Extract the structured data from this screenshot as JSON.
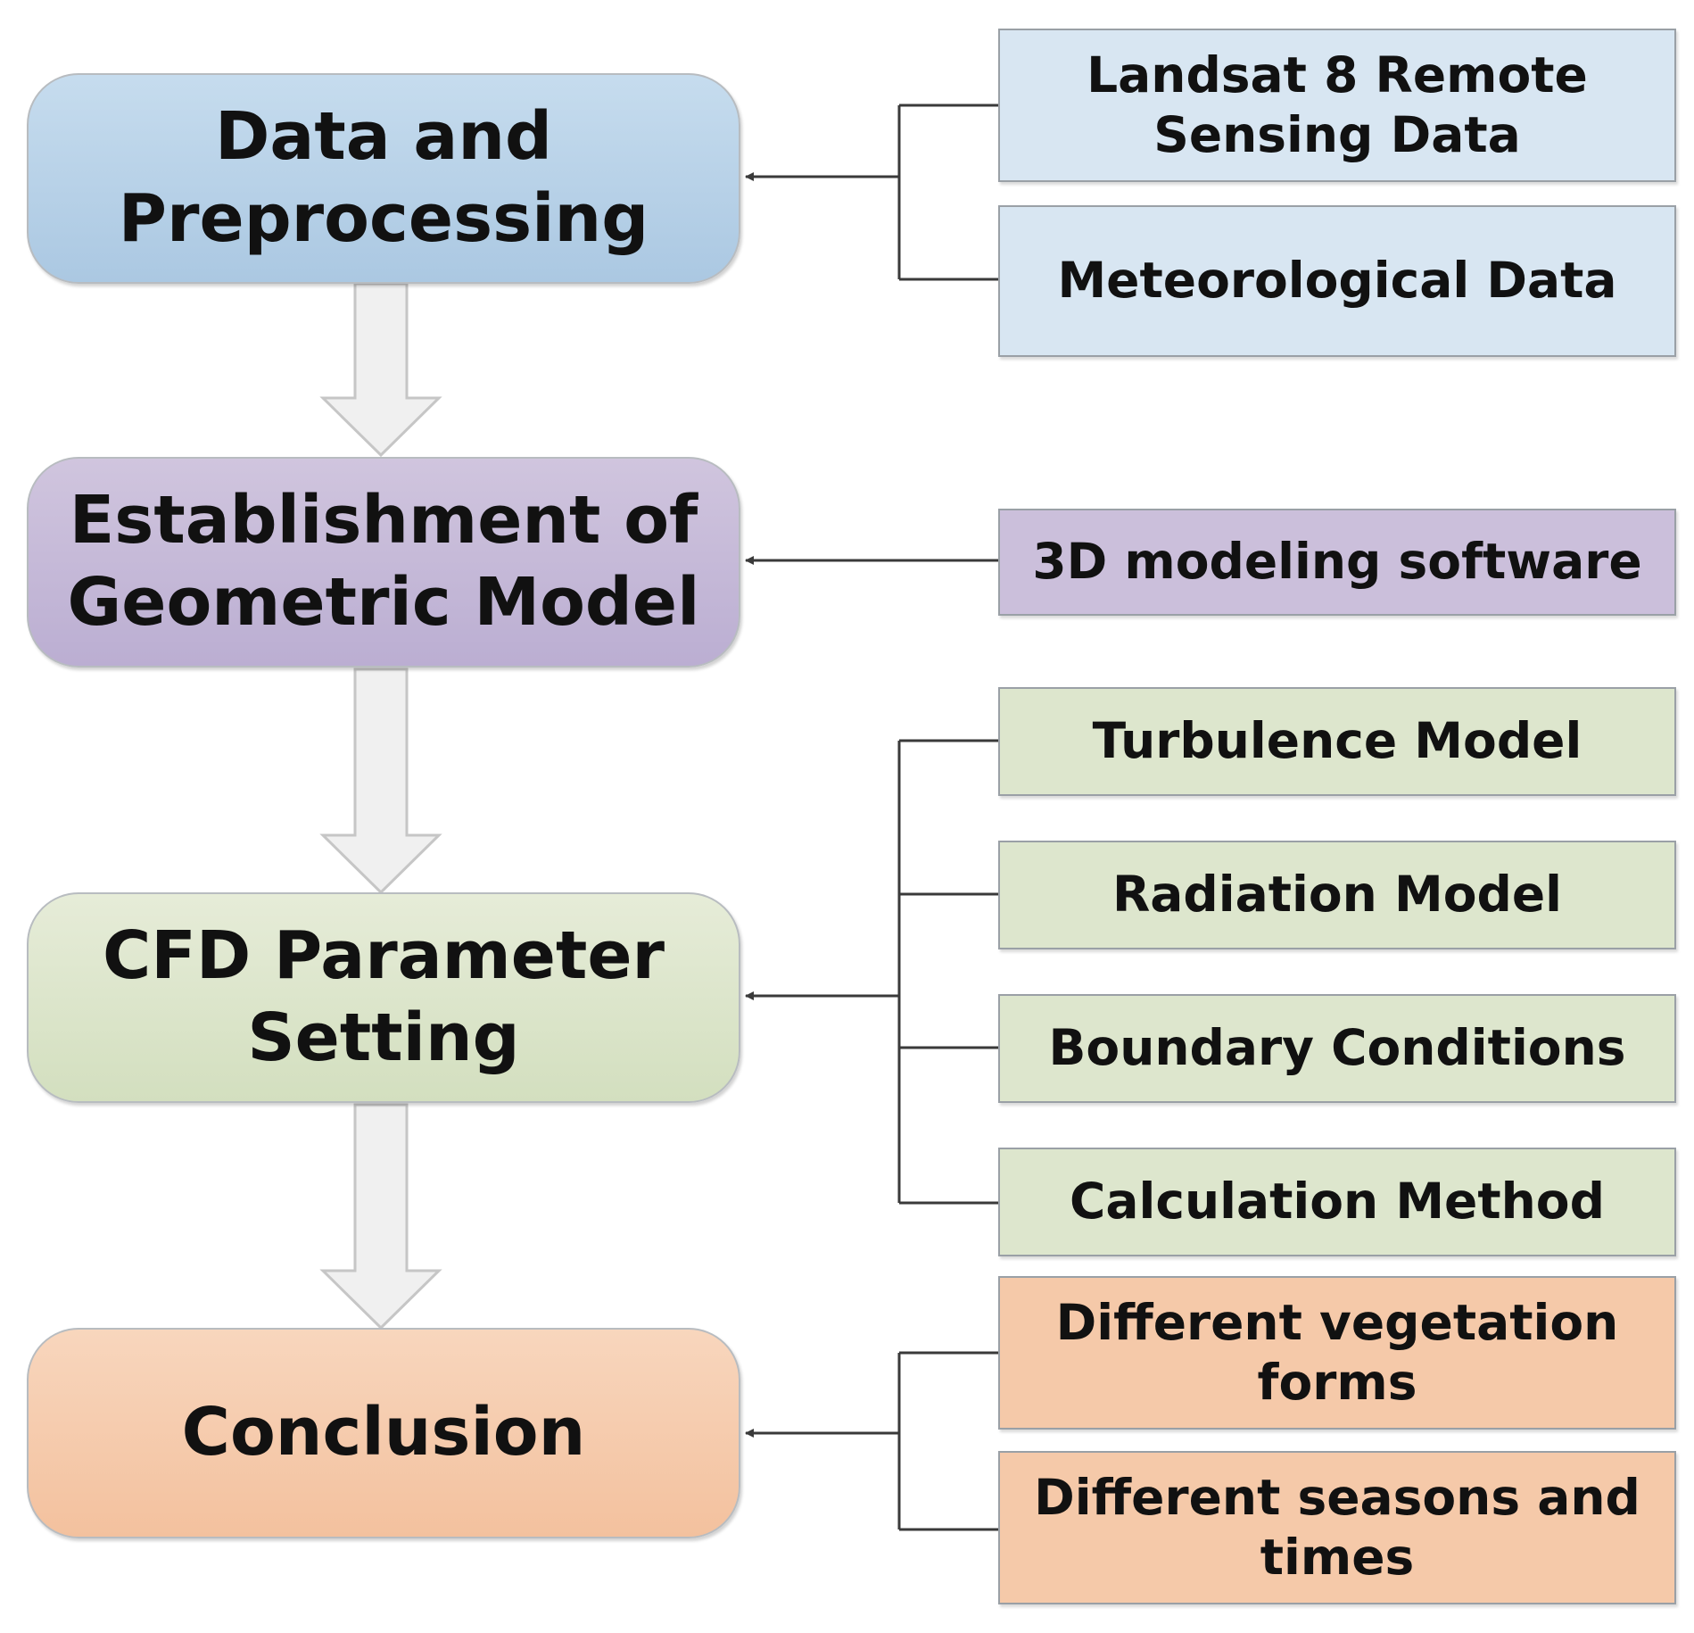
{
  "stages": [
    {
      "label": "Data and\nPreprocessing",
      "color": "#b4cfe6"
    },
    {
      "label": "Establishment of\nGeometric Model",
      "color": "#c2b7d6"
    },
    {
      "label": "CFD Parameter\nSetting",
      "color": "#dce4ca"
    },
    {
      "label": "Conclusion",
      "color": "#f5c8a8"
    }
  ],
  "inputs": [
    {
      "label": "Landsat 8 Remote\nSensing Data",
      "group": "data"
    },
    {
      "label": "Meteorological Data",
      "group": "data"
    },
    {
      "label": "3D modeling software",
      "group": "geometry"
    },
    {
      "label": "Turbulence Model",
      "group": "cfd"
    },
    {
      "label": "Radiation Model",
      "group": "cfd"
    },
    {
      "label": "Boundary Conditions",
      "group": "cfd"
    },
    {
      "label": "Calculation Method",
      "group": "cfd"
    },
    {
      "label": "Different vegetation\nforms",
      "group": "conclusion"
    },
    {
      "label": "Different seasons and\ntimes",
      "group": "conclusion"
    }
  ]
}
